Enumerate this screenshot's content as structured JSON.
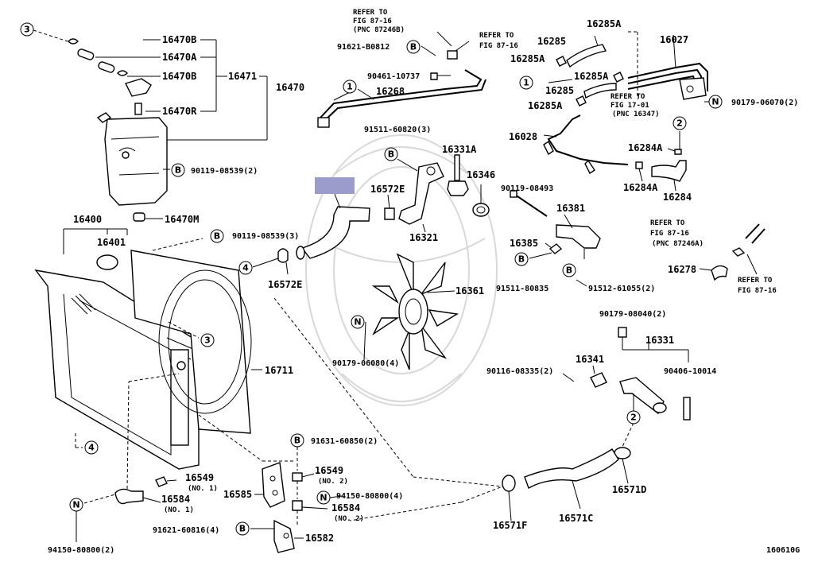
{
  "refs": {
    "ref_87_16_b": [
      "REFER TO",
      "FIG 87-16",
      "(PNC 87246B)"
    ],
    "ref_87_16_top": [
      "REFER TO",
      "FIG 87-16"
    ],
    "ref_17_01": [
      "REFER TO",
      "FIG 17-01",
      "(PNC 16347)"
    ],
    "ref_87_16_a": [
      "REFER TO",
      "FIG 87-16",
      "(PNC 87246A)"
    ],
    "ref_87_16_bottom": [
      "REFER TO",
      "FIG 87-16"
    ]
  },
  "labels": {
    "p16470B_1": "16470B",
    "p16470A": "16470A",
    "p16470B_2": "16470B",
    "p16471": "16471",
    "p16470": "16470",
    "p16470R": "16470R",
    "p90119_08539_2": "90119-08539(2)",
    "p16470M": "16470M",
    "p16400": "16400",
    "p16401": "16401",
    "p90119_08539_3": "90119-08539(3)",
    "p16572E_1": "16572E",
    "p16572E_2": "16572E",
    "p91621_B0812": "91621-B0812",
    "p90461_10737": "90461-10737",
    "p16268": "16268",
    "p91511_60820": "91511-60820(3)",
    "p16331A": "16331A",
    "p16346": "16346",
    "p16321": "16321",
    "p90119_08493": "90119-08493",
    "p16381": "16381",
    "p16385": "16385",
    "p91511_80835": "91511-80835",
    "p91512_61055": "91512-61055(2)",
    "p16361": "16361",
    "p90179_06080": "90179-06080(4)",
    "p16711": "16711",
    "p16285A_1": "16285A",
    "p16285_1": "16285",
    "p16285A_2": "16285A",
    "p16285A_3": "16285A",
    "p16285_2": "16285",
    "p16285A_4": "16285A",
    "p16027": "16027",
    "p90179_06070": "90179-06070(2)",
    "p16028": "16028",
    "p16284A_1": "16284A",
    "p16284A_2": "16284A",
    "p16284": "16284",
    "p16278": "16278",
    "p90179_08040": "90179-08040(2)",
    "p16331": "16331",
    "p16341": "16341",
    "p90116_08335": "90116-08335(2)",
    "p90406_10014": "90406-10014",
    "p16571D": "16571D",
    "p16571C": "16571C",
    "p16571F": "16571F",
    "p91631_60850": "91631-60850(2)",
    "p16549_1": "16549",
    "p16549_1_sub": "(NO. 1)",
    "p16549_2": "16549",
    "p16549_2_sub": "(NO. 2)",
    "p16584_1": "16584",
    "p16584_1_sub": "(NO. 1)",
    "p16584_2": "16584",
    "p16584_2_sub": "(NO. 2)",
    "p16585": "16585",
    "p94150_80800_4": "94150-80800(4)",
    "p91621_60816": "91621-60816(4)",
    "p16582": "16582",
    "p94150_80800_2": "94150-80800(2)",
    "fig_code": "160610G"
  },
  "markers": {
    "m1": "1",
    "m2": "2",
    "m3": "3",
    "m4": "4",
    "mB": "B",
    "mN": "N"
  },
  "colors": {
    "highlight": "#9c9ccc",
    "ink": "#000000",
    "watermark": "#d8d8d8"
  }
}
